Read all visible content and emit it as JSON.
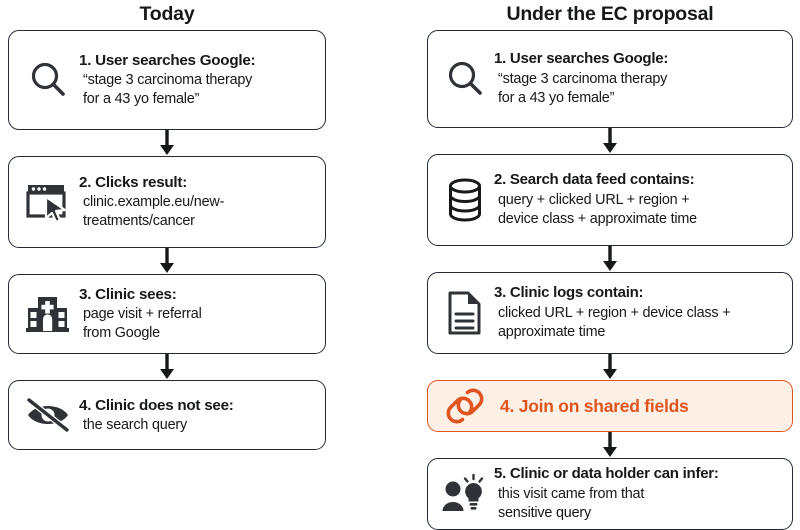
{
  "columns": [
    {
      "title": "Today",
      "steps": [
        {
          "icon": "magnifier-icon",
          "head": "1. User searches Google:",
          "lines": [
            "“stage 3 carcinoma therapy",
            "for a 43 yo female”"
          ]
        },
        {
          "icon": "browser-window-cursor-icon",
          "head": "2. Clicks result:",
          "lines": [
            "clinic.example.eu/new-",
            "treatments/cancer"
          ]
        },
        {
          "icon": "hospital-icon",
          "head": "3. Clinic sees:",
          "lines": [
            "page visit + referral",
            "from Google"
          ]
        },
        {
          "icon": "eye-slash-icon",
          "head": "4. Clinic does not see:",
          "lines": [
            "the search query"
          ]
        }
      ]
    },
    {
      "title": "Under the EC proposal",
      "steps": [
        {
          "icon": "magnifier-icon",
          "head": "1. User searches Google:",
          "lines": [
            "“stage 3 carcinoma therapy",
            "for a 43 yo female”"
          ]
        },
        {
          "icon": "database-icon",
          "head": "2. Search data feed contains:",
          "lines": [
            "query + clicked URL + region +",
            "device class + approximate time"
          ]
        },
        {
          "icon": "document-icon",
          "head": "3. Clinic logs contain:",
          "lines": [
            "clicked URL + region + device class +",
            "approximate time"
          ]
        },
        {
          "icon": "link-chain-icon",
          "head": "4. Join on shared fields",
          "lines": [],
          "highlight": true
        },
        {
          "icon": "person-lightbulb-icon",
          "head": "5. Clinic or data holder can infer:",
          "lines": [
            "this visit came from that",
            "sensitive query"
          ]
        }
      ]
    }
  ],
  "colors": {
    "border": "#232a35",
    "text": "#17181a",
    "accent": "#e0541f",
    "accent_fill": "#fdf1e7",
    "icon": "#2f3337"
  }
}
